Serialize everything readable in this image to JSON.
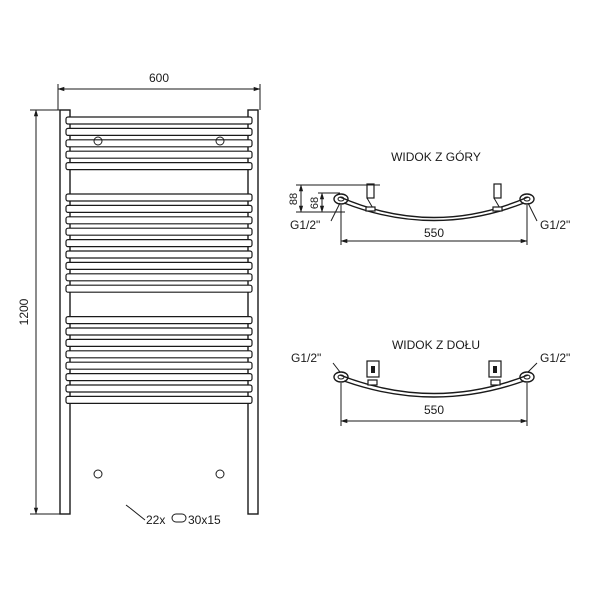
{
  "front_view": {
    "width_label": "600",
    "height_label": "1200",
    "tube_spec": "22x",
    "tube_size": "30x15",
    "groups": [
      5,
      9,
      8
    ],
    "rail_count": 22
  },
  "top_view": {
    "title": "WIDOK Z GÓRY",
    "depth_outer": "88",
    "depth_inner": "68",
    "connector_left": "G1/2\"",
    "connector_right": "G1/2\"",
    "span": "550"
  },
  "bottom_view": {
    "title": "WIDOK Z DOŁU",
    "connector_left": "G1/2\"",
    "connector_right": "G1/2\"",
    "span": "550"
  }
}
